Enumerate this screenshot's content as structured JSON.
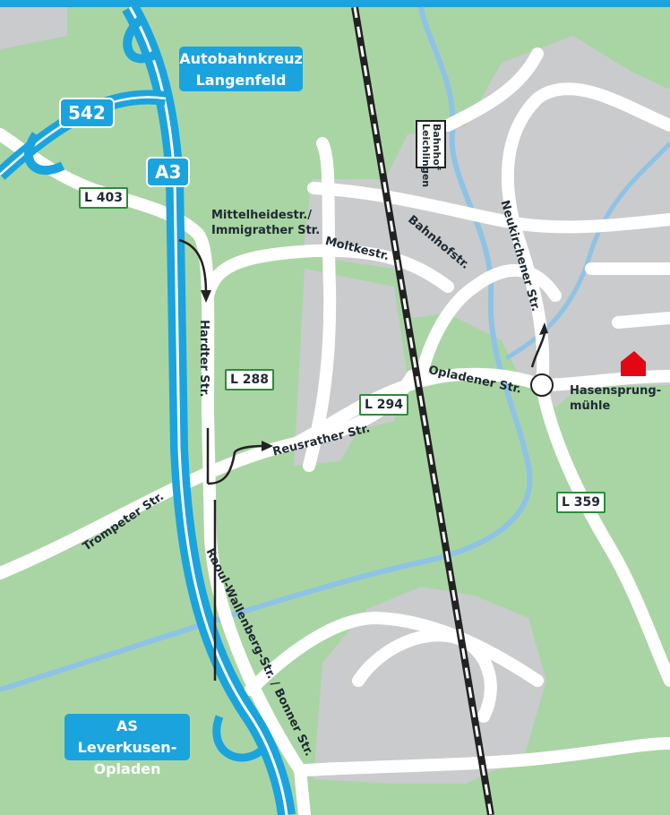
{
  "colors": {
    "meadow": "#a9d5a4",
    "built_up": "#c9cbcc",
    "road": "#ffffff",
    "river": "#8ec3e6",
    "motorway": "#1ba3de",
    "destination": "#e30613",
    "road_sign_border": "#2e8b3c"
  },
  "signs": {
    "interchange_line1": "Autobahnkreuz",
    "interchange_line2": "Langenfeld",
    "exit_line1": "AS Leverkusen-",
    "exit_line2": "Opladen",
    "a542": "542",
    "a3": "A3",
    "l403": "L 403",
    "l288": "L 288",
    "l294": "L 294",
    "l359": "L 359",
    "station_line1": "Bahnhof",
    "station_line2": "Leichlingen"
  },
  "streets": {
    "mittelheide_line1": "Mittelheidestr./",
    "mittelheide_line2": "Immigrather Str.",
    "moltke": "Moltkestr.",
    "bahnhof": "Bahnhofstr.",
    "neukirchener": "Neukirchener Str.",
    "hardter": "Hardter Str.",
    "opladener": "Opladener Str.",
    "reusrather": "Reusrather Str.",
    "trompeter": "Trompeter Str.",
    "raoul": "Raoul-Wallenberg-Str. / Bonner Str.",
    "hasensprung_line1": "Hasensprung-",
    "hasensprung_line2": "mühle"
  },
  "icons": {
    "destination": "house-marker-icon",
    "route": "route-arrow-icon"
  }
}
